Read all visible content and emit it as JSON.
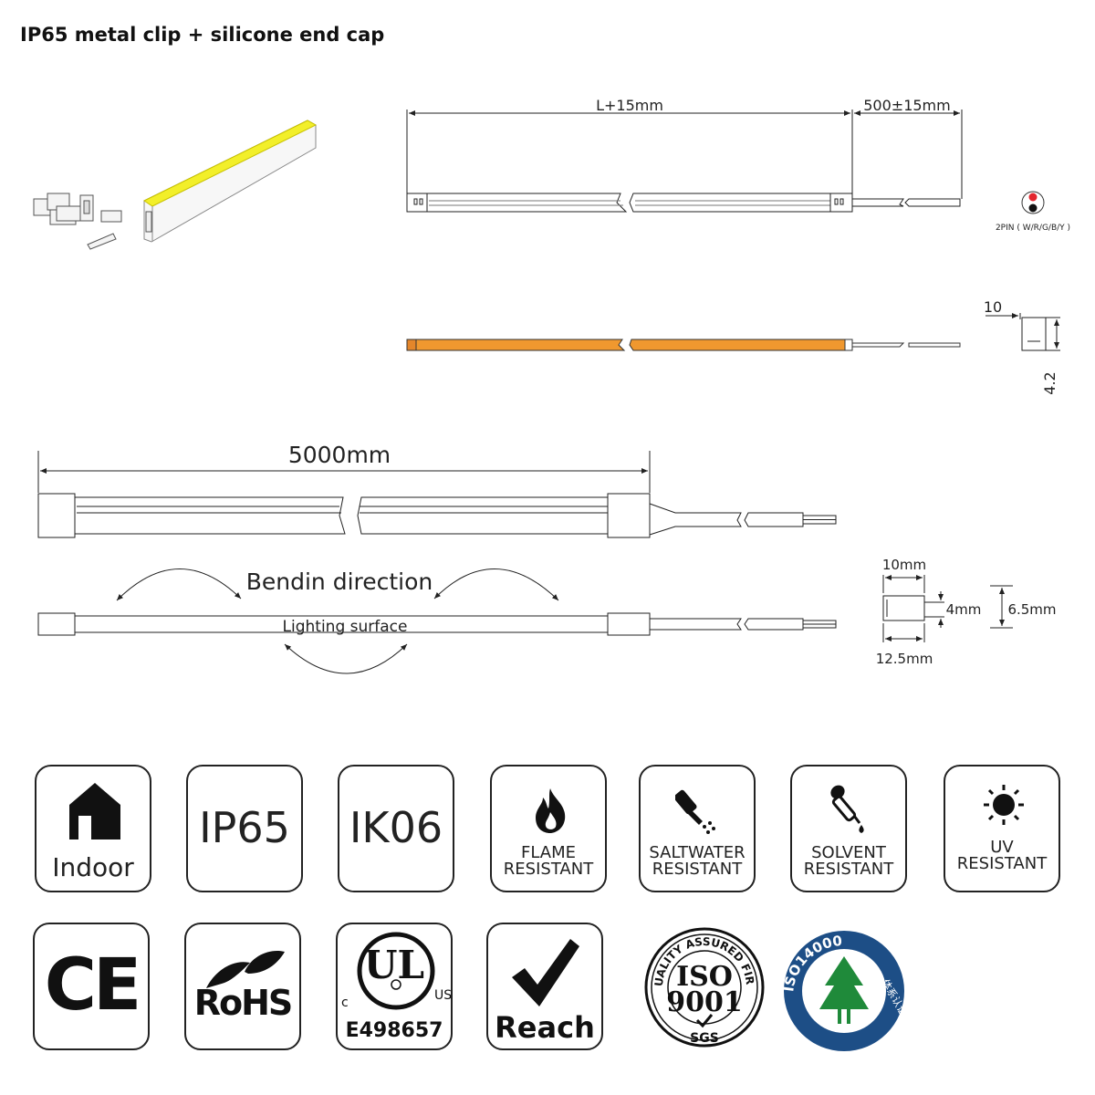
{
  "title": "IP65 metal clip + silicone end cap",
  "dimensions": {
    "length_top": "L+15mm",
    "lead_length": "500±15mm",
    "pin_label": "2PIN ( W/R/G/B/Y )",
    "profile_width": "10",
    "profile_height": "4.2",
    "total_length": "5000mm",
    "bending_label": "Bendin direction",
    "lighting_surface": "Lighting surface",
    "cs_width_top": "10mm",
    "cs_inner_height": "4mm",
    "cs_outer_height": "6.5mm",
    "cs_width_bottom": "12.5mm"
  },
  "badges": [
    {
      "id": "indoor",
      "label": "Indoor",
      "icon": "house-icon"
    },
    {
      "id": "ip65",
      "label": "IP65"
    },
    {
      "id": "ik06",
      "label": "IK06"
    },
    {
      "id": "flame",
      "line1": "FLAME",
      "line2": "RESISTANT",
      "icon": "flame-icon"
    },
    {
      "id": "saltwater",
      "line1": "SALTWATER",
      "line2": "RESISTANT",
      "icon": "salt-shaker-icon"
    },
    {
      "id": "solvent",
      "line1": "SOLVENT",
      "line2": "RESISTANT",
      "icon": "dropper-icon"
    },
    {
      "id": "uv",
      "line1": "UV",
      "line2": "RESISTANT",
      "icon": "sun-icon"
    }
  ],
  "certifications": {
    "ce": "CE",
    "rohs": "RoHS",
    "ul_mark": "UL",
    "ul_c": "c",
    "ul_us": "US",
    "ul_number": "E498657",
    "reach": "Reach",
    "iso9001_top": "QUALITY ASSURED FIRM",
    "iso9001_main1": "ISO",
    "iso9001_main2": "9001",
    "iso9001_sgs": "SGS",
    "iso14000_text": "ISO14000",
    "iso14000_cn": "体系认证"
  },
  "colors": {
    "led_yellow": "#f2ef2a",
    "led_orange": "#f0982f",
    "line": "#222222"
  }
}
